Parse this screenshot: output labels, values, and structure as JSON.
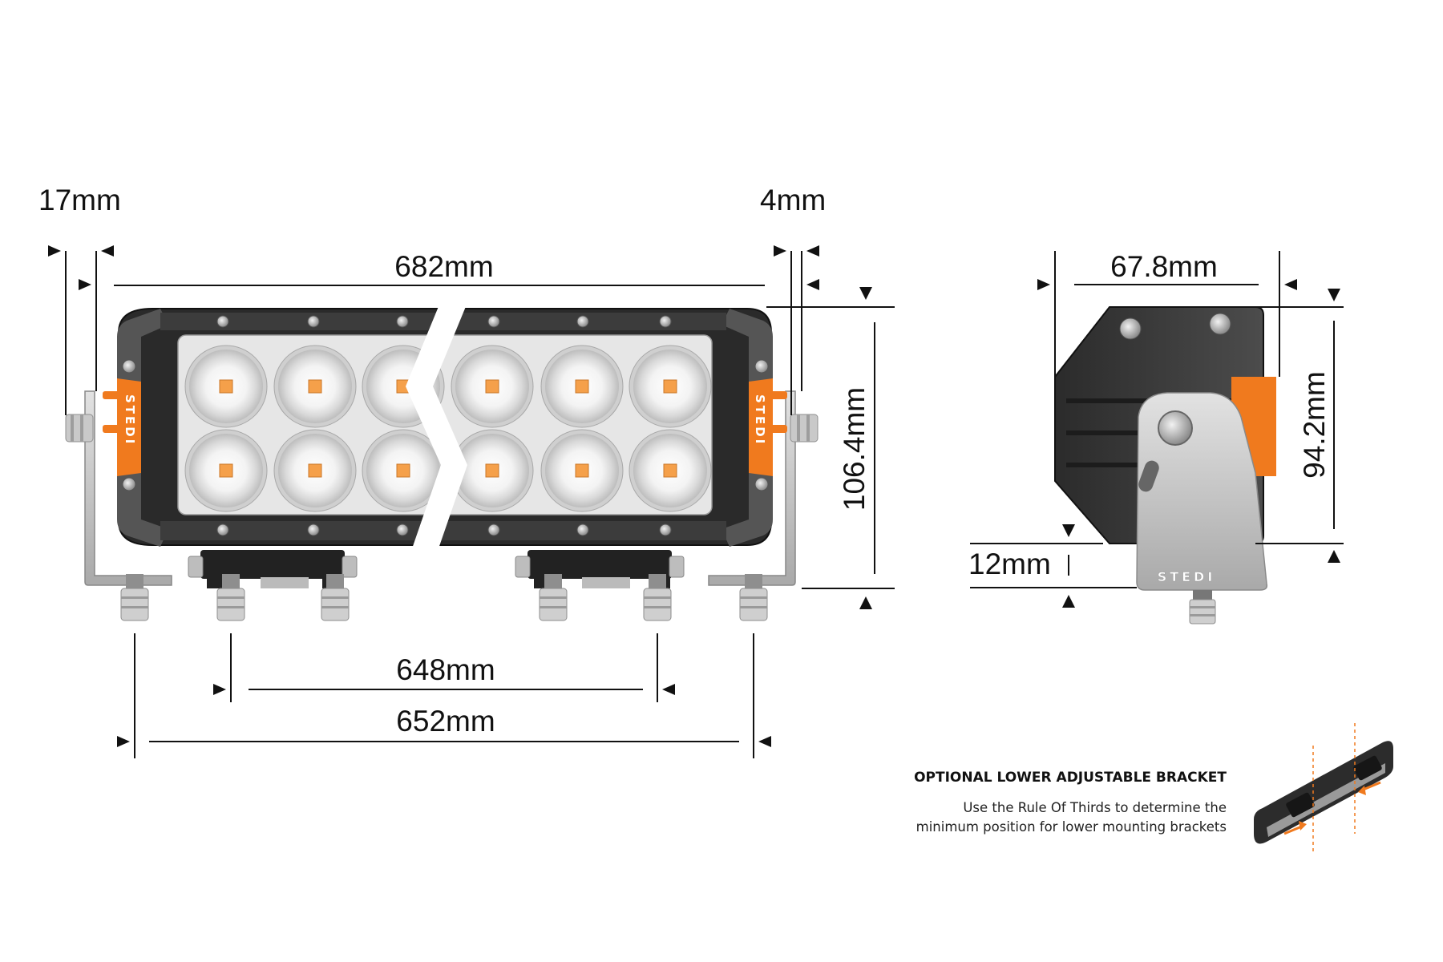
{
  "colors": {
    "accent": "#f07a1e",
    "housing_dark": "#2a2a2a",
    "housing_mid": "#4a4a4a",
    "lens_white": "#f4f4f4",
    "led_amber": "#f5a04a",
    "dimension_line": "#111111"
  },
  "front_view": {
    "brand_label": "STEDI",
    "dim_left_offset": "17mm",
    "dim_right_offset": "4mm",
    "dim_overall_width": "682mm",
    "dim_height": "106.4mm",
    "dim_outer_mount_spacing": "652mm",
    "dim_inner_mount_spacing": "648mm",
    "led_rows": 2,
    "led_columns": 6
  },
  "side_view": {
    "brand_label": "STEDI",
    "dim_depth": "67.8mm",
    "dim_height": "94.2mm",
    "dim_bracket_offset": "12mm"
  },
  "note": {
    "title": "OPTIONAL LOWER ADJUSTABLE BRACKET",
    "line1": "Use the Rule Of Thirds to determine the",
    "line2": "minimum position for lower mounting brackets"
  }
}
